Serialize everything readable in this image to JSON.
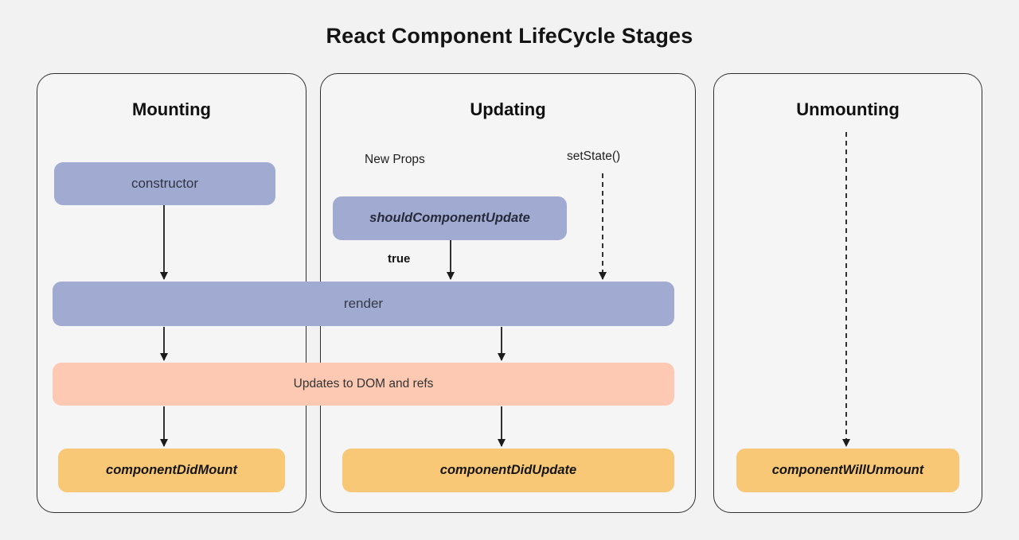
{
  "title": "React Component LifeCycle Stages",
  "colors": {
    "page_bg": "#f2f2f3",
    "panel_bg": "#f5f5f6",
    "panel_border": "#2f2f2f",
    "blue": "#a1abd1",
    "salmon": "#fec9b3",
    "orange": "#f9c877",
    "arrow": "#1c1c1c",
    "text_dark": "#1d1f24"
  },
  "panels": {
    "mounting": {
      "heading": "Mounting",
      "constructor_label": "constructor",
      "component_did_mount_label": "componentDidMount"
    },
    "updating": {
      "heading": "Updating",
      "new_props_label": "New Props",
      "set_state_label": "setState()",
      "should_component_update_label": "shouldComponentUpdate",
      "true_label": "true",
      "component_did_update_label": "componentDidUpdate"
    },
    "unmounting": {
      "heading": "Unmounting",
      "component_will_unmount_label": "componentWillUnmount"
    }
  },
  "shared": {
    "render_label": "render",
    "updates_label": "Updates to DOM and refs"
  }
}
